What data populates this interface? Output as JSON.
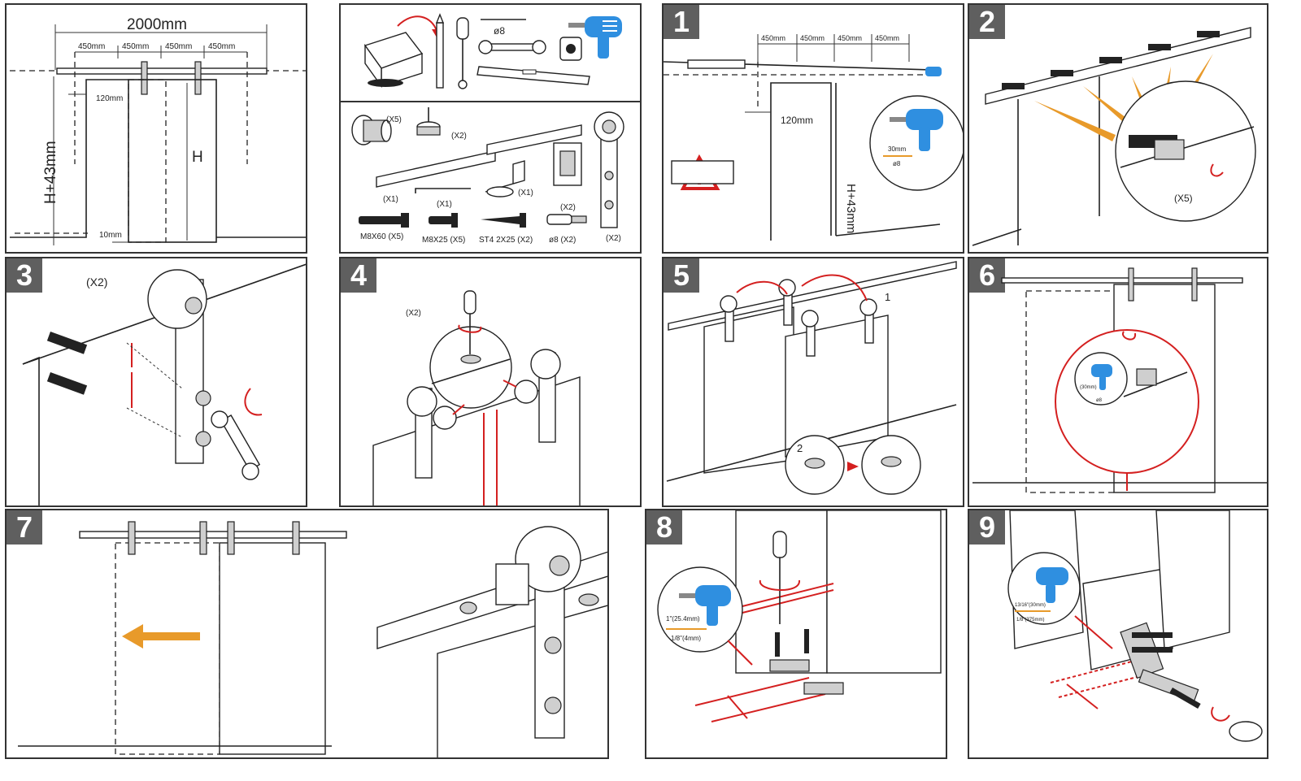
{
  "layout_panel": {
    "total_width": "2000mm",
    "spacings": [
      "450mm",
      "450mm",
      "450mm",
      "450mm"
    ],
    "offset": "120mm",
    "height_label": "H+43mm",
    "door_label": "H",
    "gap": "10mm"
  },
  "parts_panel": {
    "drill_bit": "ø8",
    "parts": [
      {
        "qty": "(X5)"
      },
      {
        "qty": "(X2)"
      },
      {
        "qty": "(X1)"
      },
      {
        "qty": "(X1)"
      },
      {
        "qty": "(X1)"
      },
      {
        "qty": "(X2)"
      },
      {
        "qty": "(X2)"
      }
    ],
    "screws": [
      {
        "label": "M8X60 (X5)"
      },
      {
        "label": "M8X25 (X5)"
      },
      {
        "label": "ST4  2X25 (X2)"
      },
      {
        "label": "ø8 (X2)"
      }
    ]
  },
  "steps": [
    {
      "number": "1",
      "spacings": [
        "450mm",
        "450mm",
        "450mm",
        "450mm"
      ],
      "offset": "120mm",
      "height": "H+43mm",
      "drill_depth": "30mm",
      "drill_dia": "ø8"
    },
    {
      "number": "2",
      "qty": "(X5)"
    },
    {
      "number": "3",
      "qty": "(X2)"
    },
    {
      "number": "4",
      "qty": "(X2)"
    },
    {
      "number": "5",
      "callout_1": "1",
      "callout_2": "2"
    },
    {
      "number": "6",
      "drill_depth": "(30mm)",
      "drill_dia": "ø8"
    },
    {
      "number": "7"
    },
    {
      "number": "8",
      "drill_depth": "1\"(25.4mm)",
      "drill_dia": "1/8\"(4mm)"
    },
    {
      "number": "9",
      "drill_depth": "13/16\"(30mm)",
      "drill_dia": "1/8\"(375mm)"
    }
  ],
  "colors": {
    "red": "#d42020",
    "blue": "#2f8fe0",
    "orange": "#e89a2a",
    "badge": "#5f5f5f"
  }
}
